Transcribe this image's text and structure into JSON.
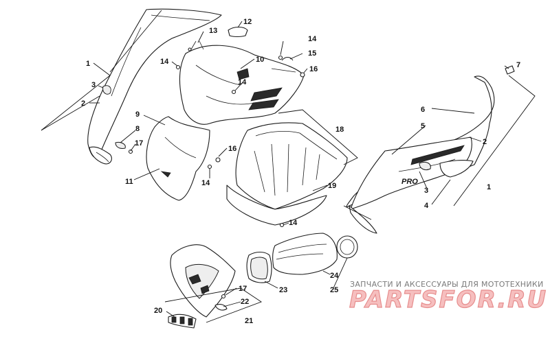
{
  "callouts": [
    {
      "id": "c1a",
      "text": "1"
    },
    {
      "id": "c1b",
      "text": "1"
    },
    {
      "id": "c2a",
      "text": "2"
    },
    {
      "id": "c2b",
      "text": "2"
    },
    {
      "id": "c3a",
      "text": "3"
    },
    {
      "id": "c3b",
      "text": "3"
    },
    {
      "id": "c4",
      "text": "4"
    },
    {
      "id": "c5",
      "text": "5"
    },
    {
      "id": "c6",
      "text": "6"
    },
    {
      "id": "c7",
      "text": "7"
    },
    {
      "id": "c8",
      "text": "8"
    },
    {
      "id": "c9",
      "text": "9"
    },
    {
      "id": "c10",
      "text": "10"
    },
    {
      "id": "c11",
      "text": "11"
    },
    {
      "id": "c12",
      "text": "12"
    },
    {
      "id": "c13",
      "text": "13"
    },
    {
      "id": "c14a",
      "text": "14"
    },
    {
      "id": "c14b",
      "text": "14"
    },
    {
      "id": "c14c",
      "text": "14"
    },
    {
      "id": "c14d",
      "text": "14"
    },
    {
      "id": "c14e",
      "text": "14"
    },
    {
      "id": "c15",
      "text": "15"
    },
    {
      "id": "c16a",
      "text": "16"
    },
    {
      "id": "c16b",
      "text": "16"
    },
    {
      "id": "c17a",
      "text": "17"
    },
    {
      "id": "c17b",
      "text": "17"
    },
    {
      "id": "c18",
      "text": "18"
    },
    {
      "id": "c19",
      "text": "19"
    },
    {
      "id": "c20",
      "text": "20"
    },
    {
      "id": "c21",
      "text": "21"
    },
    {
      "id": "c22",
      "text": "22"
    },
    {
      "id": "c23",
      "text": "23"
    },
    {
      "id": "c24",
      "text": "24"
    },
    {
      "id": "c25",
      "text": "25"
    }
  ],
  "decal_text": "PRO",
  "watermark": {
    "tagline": "ЗАПЧАСТИ И АКСЕССУАРЫ ДЛЯ МОТОТЕХНИКИ",
    "brand": "PARTSFOR.RU"
  },
  "colors": {
    "line": "#1a1a1a",
    "watermark_text": "#7a7a7a",
    "brand_fill": "#f5b5b5",
    "brand_stroke": "#e27979"
  }
}
